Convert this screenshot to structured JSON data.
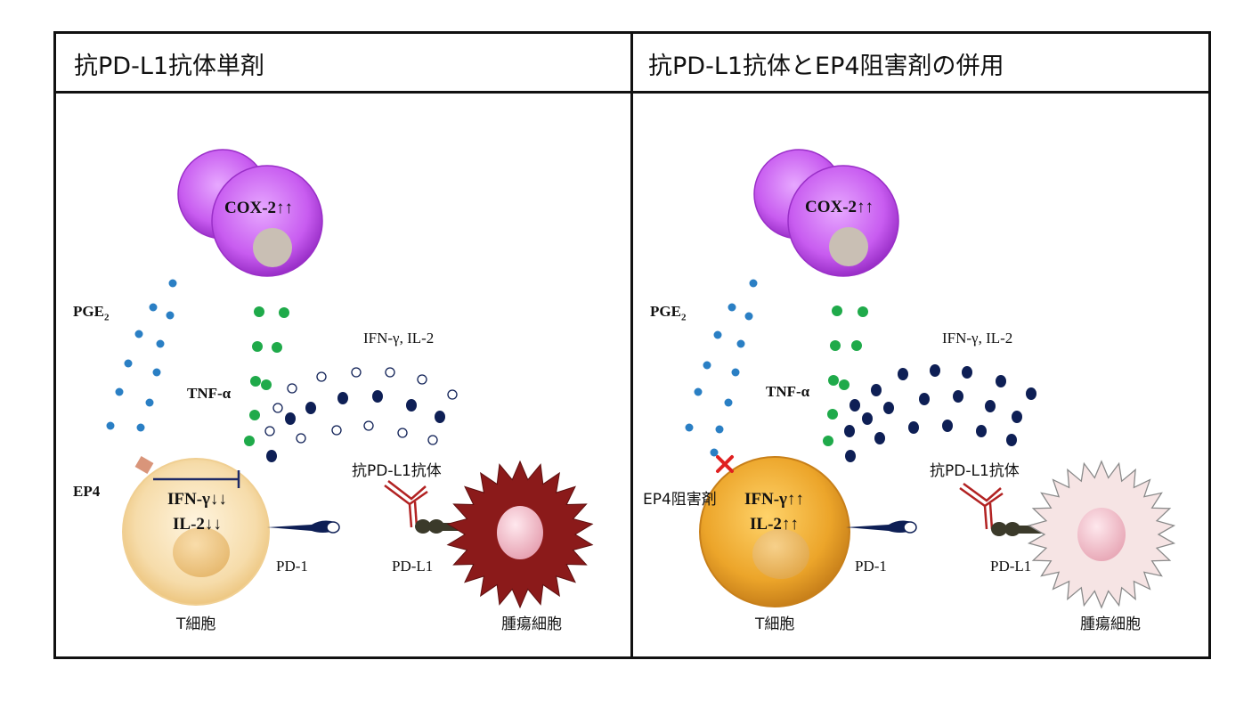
{
  "panels": [
    {
      "title": "抗PD-L1抗体単剤",
      "cox2": "COX-2↑↑",
      "pge2": "PGE",
      "pge2_sub": "2",
      "tnf": "TNF-α",
      "ifn_il2": "IFN-γ, IL-2",
      "receptor": "EP4",
      "cell_ifn": "IFN-γ↓↓",
      "cell_il2": "IL-2↓↓",
      "pd1": "PD-1",
      "pdl1": "PD-L1",
      "antibody": "抗PD-L1抗体",
      "t_cell": "T細胞",
      "tumor_cell": "腫瘍細胞"
    },
    {
      "title": "抗PD-L1抗体とEP4阻害剤の併用",
      "cox2": "COX-2↑↑",
      "pge2": "PGE",
      "pge2_sub": "2",
      "tnf": "TNF-α",
      "ifn_il2": "IFN-γ, IL-2",
      "inhibitor": "EP4阻害剤",
      "cell_ifn": "IFN-γ↑↑",
      "cell_il2": "IL-2↑↑",
      "pd1": "PD-1",
      "pdl1": "PD-L1",
      "antibody": "抗PD-L1抗体",
      "t_cell": "T細胞",
      "tumor_cell": "腫瘍細胞"
    }
  ],
  "colors": {
    "myeloid_cell": "#c85cf0",
    "pge2_dot": "#2a7fc4",
    "tnf_dot": "#1faa4a",
    "ifn_dot": "#0e1f55",
    "t_cell_suppressed": "#f3d9a6",
    "t_cell_active": "#eaa52a",
    "tumor_active": "#8b1a1a",
    "tumor_killed": "#f3dede",
    "antibody": "#b22222"
  }
}
